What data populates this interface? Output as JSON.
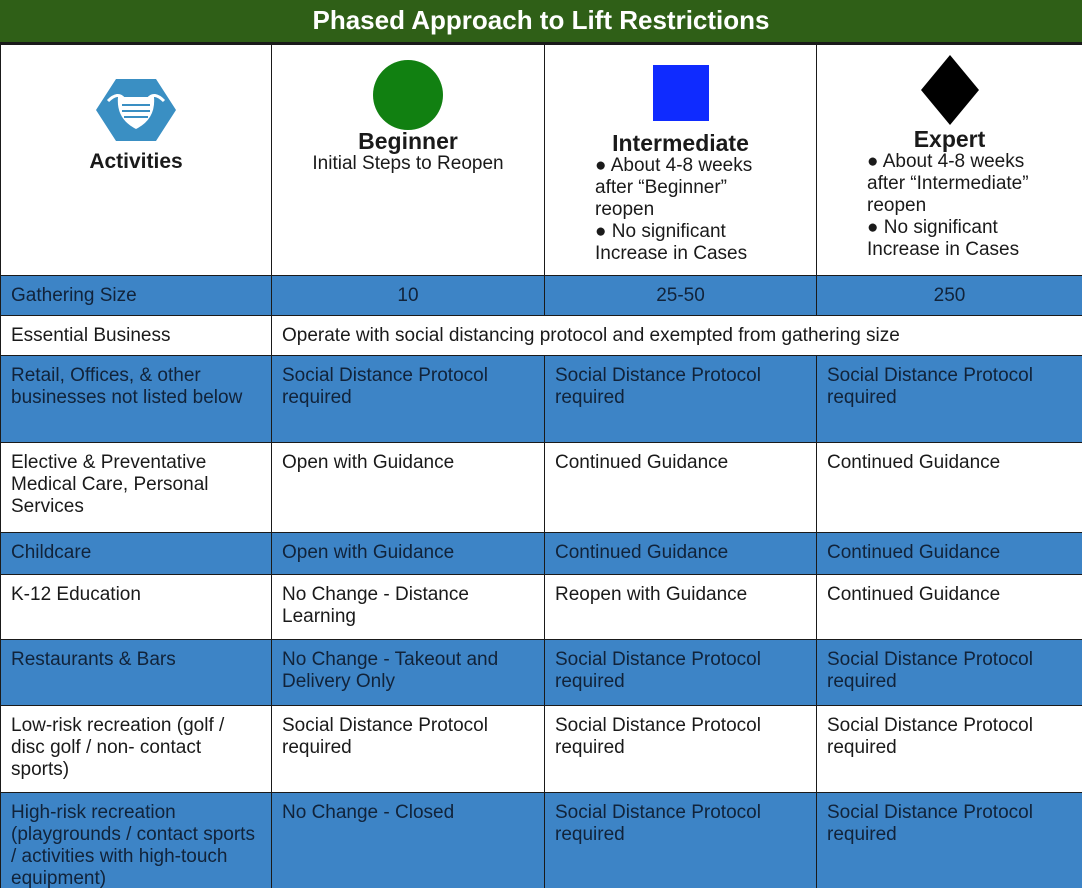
{
  "title": "Phased Approach to Lift Restrictions",
  "header": {
    "activities": "Activities",
    "beginner": {
      "title": "Beginner",
      "subtitle": "Initial Steps to Reopen"
    },
    "intermediate": {
      "title": "Intermediate",
      "bullet1": "● About 4-8 weeks",
      "bullet1_cont1": "after “Beginner”",
      "bullet1_cont2": "reopen",
      "bullet2": "● No significant",
      "bullet2_cont": "Increase in Cases"
    },
    "expert": {
      "title": "Expert",
      "bullet1": "● About 4-8 weeks",
      "bullet1_cont1": "after “Intermediate”",
      "bullet1_cont2": "reopen",
      "bullet2": "● No significant",
      "bullet2_cont": "Increase in Cases"
    }
  },
  "colors": {
    "title_bg": "#2f5f17",
    "row_blue": "#3d84c6",
    "beginner_circle": "#118011",
    "intermediate_square": "#0f2bff",
    "expert_diamond": "#000000",
    "mask_icon": "#3a8fc3"
  },
  "icons": {
    "activities": "face-mask-icon",
    "beginner": "green-circle-icon",
    "intermediate": "blue-square-icon",
    "expert": "black-diamond-icon"
  },
  "rows": [
    {
      "activity": "Gathering Size",
      "beginner": "10",
      "intermediate": "25-50",
      "expert": "250"
    },
    {
      "activity": "Essential Business",
      "merged": "Operate with social distancing protocol and exempted from gathering size"
    },
    {
      "activity": "Retail, Offices, & other businesses not listed below",
      "beginner": "Social Distance Protocol required",
      "intermediate": "Social Distance Protocol required",
      "expert": "Social Distance Protocol required"
    },
    {
      "activity": "Elective & Preventative Medical Care, Personal Services",
      "beginner": "Open with Guidance",
      "intermediate": "Continued Guidance",
      "expert": "Continued Guidance"
    },
    {
      "activity": "Childcare",
      "beginner": "Open with Guidance",
      "intermediate": "Continued Guidance",
      "expert": "Continued Guidance"
    },
    {
      "activity": "K-12 Education",
      "beginner": "No Change - Distance Learning",
      "intermediate": "Reopen with Guidance",
      "expert": "Continued Guidance"
    },
    {
      "activity": "Restaurants & Bars",
      "beginner": "No Change - Takeout and Delivery Only",
      "intermediate": "Social Distance Protocol required",
      "expert": "Social Distance Protocol required"
    },
    {
      "activity": "Low-risk recreation (golf / disc golf / non- contact sports)",
      "beginner": "Social Distance Protocol required",
      "intermediate": "Social Distance Protocol required",
      "expert": "Social Distance Protocol required"
    },
    {
      "activity": "High-risk recreation (playgrounds / contact sports / activities with high-touch equipment)",
      "beginner": "No Change - Closed",
      "intermediate": "Social Distance Protocol required",
      "expert": "Social Distance Protocol required"
    }
  ]
}
